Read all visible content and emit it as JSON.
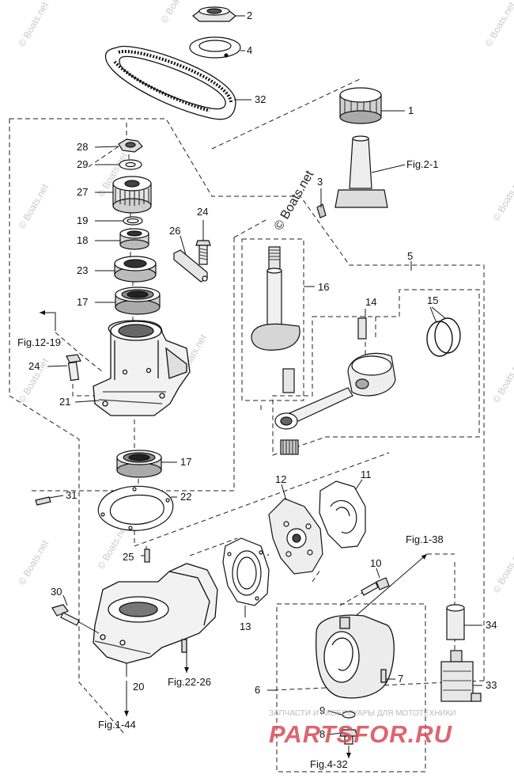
{
  "watermark": {
    "copyright_text": "© Boats.net",
    "brand_text": "PARTSFOR.RU",
    "brand_tagline": "ЗАПЧАСТИ И АКСЕССУАРЫ ДЛЯ МОТОТЕХНИКИ",
    "brand_color": "#d94b56"
  },
  "callouts": {
    "c1": "1",
    "c2": "2",
    "c3": "3",
    "c4": "4",
    "c5": "5",
    "c6": "6",
    "c7": "7",
    "c8": "8",
    "c9": "9",
    "c10": "10",
    "c11": "11",
    "c12": "12",
    "c13": "13",
    "c14": "14",
    "c15": "15",
    "c16": "16",
    "c17a": "17",
    "c17b": "17",
    "c18": "18",
    "c19": "19",
    "c20": "20",
    "c21": "21",
    "c22": "22",
    "c23": "23",
    "c24a": "24",
    "c24b": "24",
    "c25": "25",
    "c26": "26",
    "c27": "27",
    "c28": "28",
    "c29": "29",
    "c30": "30",
    "c31": "31",
    "c32": "32",
    "c33": "33",
    "c34": "34"
  },
  "figure_refs": {
    "fig2_1": "Fig.2-1",
    "fig12_19": "Fig.12-19",
    "fig1_38": "Fig.1-38",
    "fig22_26": "Fig.22-26",
    "fig1_44": "Fig.1-44",
    "fig4_32": "Fig.4-32"
  }
}
